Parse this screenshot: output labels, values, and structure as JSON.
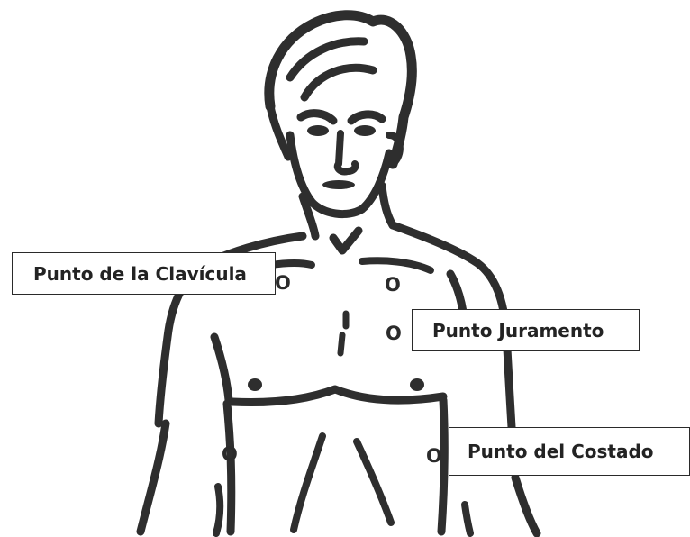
{
  "labels": {
    "clavicula": "Punto de la Clavícula",
    "juramento": "Punto Juramento",
    "costado": "Punto del Costado"
  },
  "point_mark": "O",
  "colors": {
    "outline": "#2e2e2e",
    "background": "#ffffff",
    "text": "#232323"
  }
}
